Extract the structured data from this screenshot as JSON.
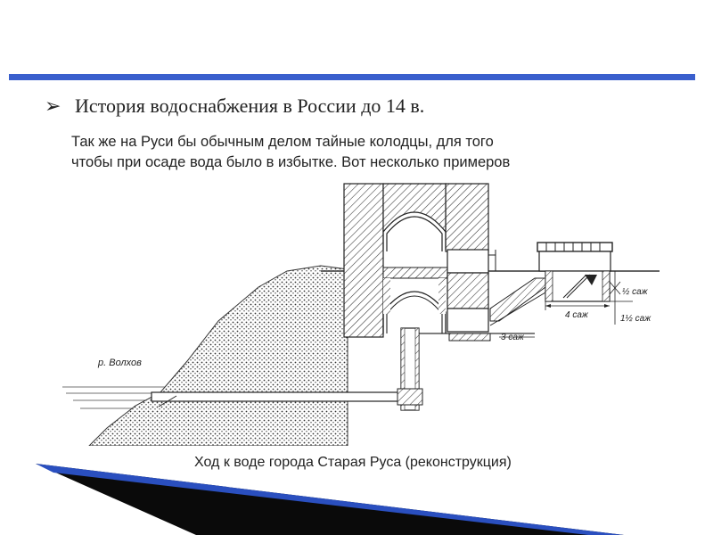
{
  "slide": {
    "bullet_symbol": "➢",
    "title": "История водоснабжения в России до 14 в.",
    "text_line_1": "Так же на Руси бы обычным делом тайные колодцы, для того",
    "text_line_2": "чтобы при осаде вода было в избытке. Вот несколько примеров",
    "caption": "Ход к воде города Старая Руса (реконструкция)",
    "accent_color": "#3a5fcd"
  },
  "drawing": {
    "river_label": "р. Волхов",
    "dim_half": "½ саж",
    "dim_four": "4 саж",
    "dim_one_half": "1½ саж",
    "dim_three": "3 саж"
  }
}
